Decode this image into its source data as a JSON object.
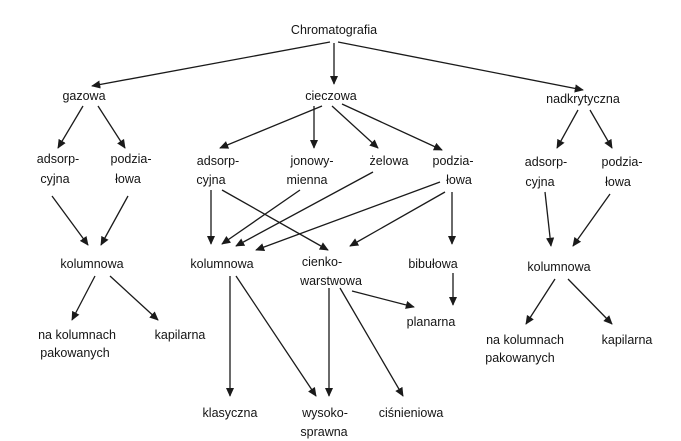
{
  "nodes": {
    "root": "Chromatografia",
    "gazowa": "gazowa",
    "cieczowa": "cieczowa",
    "nadkrytyczna": "nadkrytyczna",
    "g_adsorp_1": "adsorp-",
    "g_adsorp_2": "cyjna",
    "g_podzia_1": "podzia-",
    "g_podzia_2": "łowa",
    "c_adsorp_1": "adsorp-",
    "c_adsorp_2": "cyjna",
    "c_jonowy_1": "jonowy-",
    "c_jonowy_2": "mienna",
    "c_zelowa": "żelowa",
    "c_podzia_1": "podzia-",
    "c_podzia_2": "łowa",
    "n_adsorp_1": "adsorp-",
    "n_adsorp_2": "cyjna",
    "n_podzia_1": "podzia-",
    "n_podzia_2": "łowa",
    "g_kolumnowa": "kolumnowa",
    "c_kolumnowa": "kolumnowa",
    "cienko_1": "cienko-",
    "cienko_2": "warstwowa",
    "bibulowa": "bibułowa",
    "n_kolumnowa": "kolumnowa",
    "g_pakow_1": "na kolumnach",
    "g_pakow_2": "pakowanych",
    "g_kapilarna": "kapilarna",
    "planarna": "planarna",
    "n_pakow_1": "na kolumnach",
    "n_pakow_2": "pakowanych",
    "n_kapilarna": "kapilarna",
    "klasyczna": "klasyczna",
    "wysoko_1": "wysoko-",
    "wysoko_2": "sprawna",
    "cisnieniowa": "ciśnieniowa"
  }
}
